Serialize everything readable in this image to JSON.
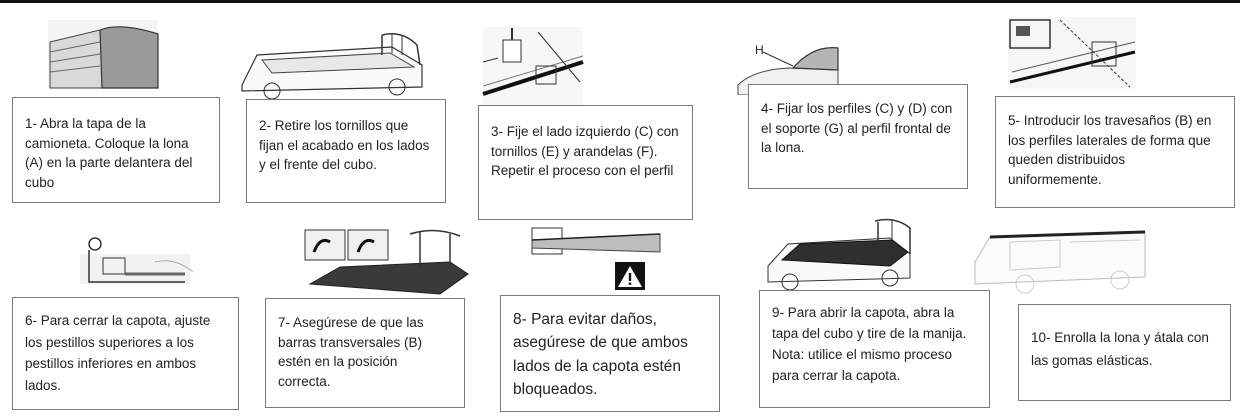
{
  "steps": [
    {
      "text": "1- Abra la tapa de la camioneta. Coloque la lona (A) en la parte delantera del cubo"
    },
    {
      "text": "2- Retire los tornillos que fijan el acabado en los lados y el frente del cubo."
    },
    {
      "text": "3- Fije el lado izquierdo (C) con tornillos (E) y arandelas (F). Repetir el proceso con el perfil"
    },
    {
      "text": "4- Fijar los perfiles (C) y (D) con el soporte (G) al perfil frontal de la lona."
    },
    {
      "text": "5- Introducir los travesaños (B) en los perfiles laterales de forma que queden distribuidos uniformemente."
    },
    {
      "text": "6- Para cerrar la capota, ajuste los pestillos superiores a los pestillos inferiores en ambos lados."
    },
    {
      "text": "7- Asegúrese de que las barras transversales (B) estén en la posición correcta."
    },
    {
      "text": "8- Para evitar daños, asegúrese de que ambos lados de la capota estén bloqueados."
    },
    {
      "text": "9- Para abrir la capota, abra la tapa del cubo y tire de la manija. Nota: utilice el mismo proceso para cerrar la capota."
    },
    {
      "text": "10- Enrolla la lona y átala con las gomas elásticas."
    }
  ],
  "labels": {
    "fig4_letter": "H"
  },
  "icons": {
    "warning": "warning-triangle-icon"
  }
}
